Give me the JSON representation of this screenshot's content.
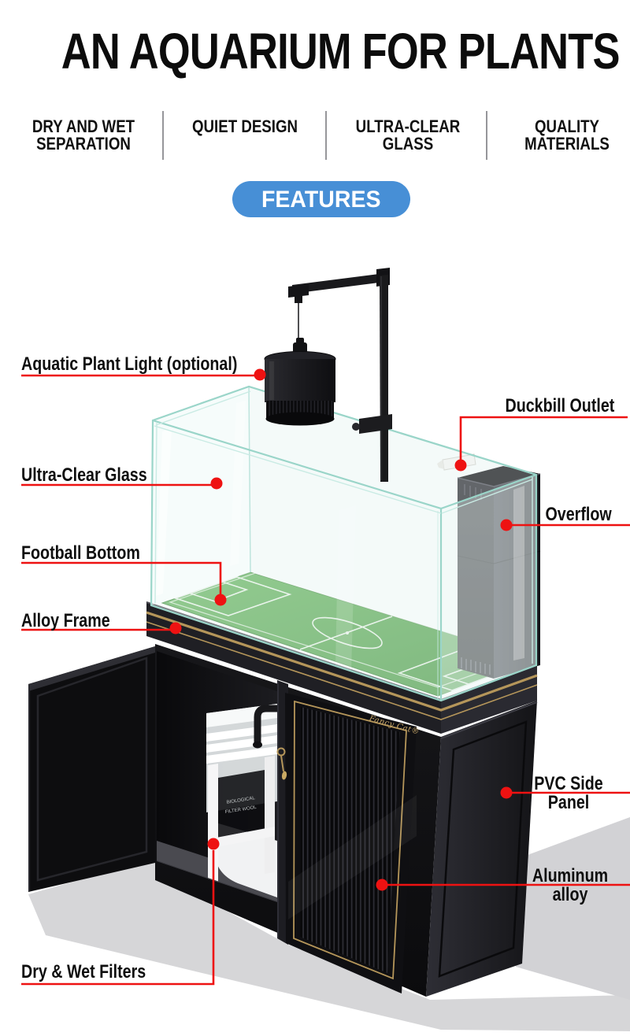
{
  "header": {
    "title": "AN AQUARIUM FOR PLANTS",
    "badge": "FEATURES",
    "features": [
      {
        "line1": "DRY AND WET",
        "line2": "SEPARATION"
      },
      {
        "line1": "QUIET DESIGN",
        "line2": ""
      },
      {
        "line1": "ULTRA-CLEAR",
        "line2": "GLASS"
      },
      {
        "line1": "QUALITY",
        "line2": "MATERIALS"
      }
    ]
  },
  "callouts": {
    "plant_light": "Aquatic Plant Light (optional)",
    "ultra_clear": "Ultra-Clear Glass",
    "football": "Football Bottom",
    "alloy_frame": "Alloy Frame",
    "dry_wet": "Dry & Wet Filters",
    "duckbill": "Duckbill Outlet",
    "overflow": "Overflow",
    "pvc_line1": "PVC Side",
    "pvc_line2": "Panel",
    "alu_line1": "Aluminum",
    "alu_line2": "alloy"
  },
  "illustration": {
    "brand": "Fancy Cat®",
    "filter_label_line1": "BIOLOGICAL",
    "filter_label_line2": "FILTER WOOL"
  },
  "colors": {
    "accent_red": "#ee1212",
    "badge_blue": "#478fd6",
    "field_green": "#55a650",
    "gold_trim": "#b5965a",
    "glass_edge": "#9ad5c9"
  }
}
